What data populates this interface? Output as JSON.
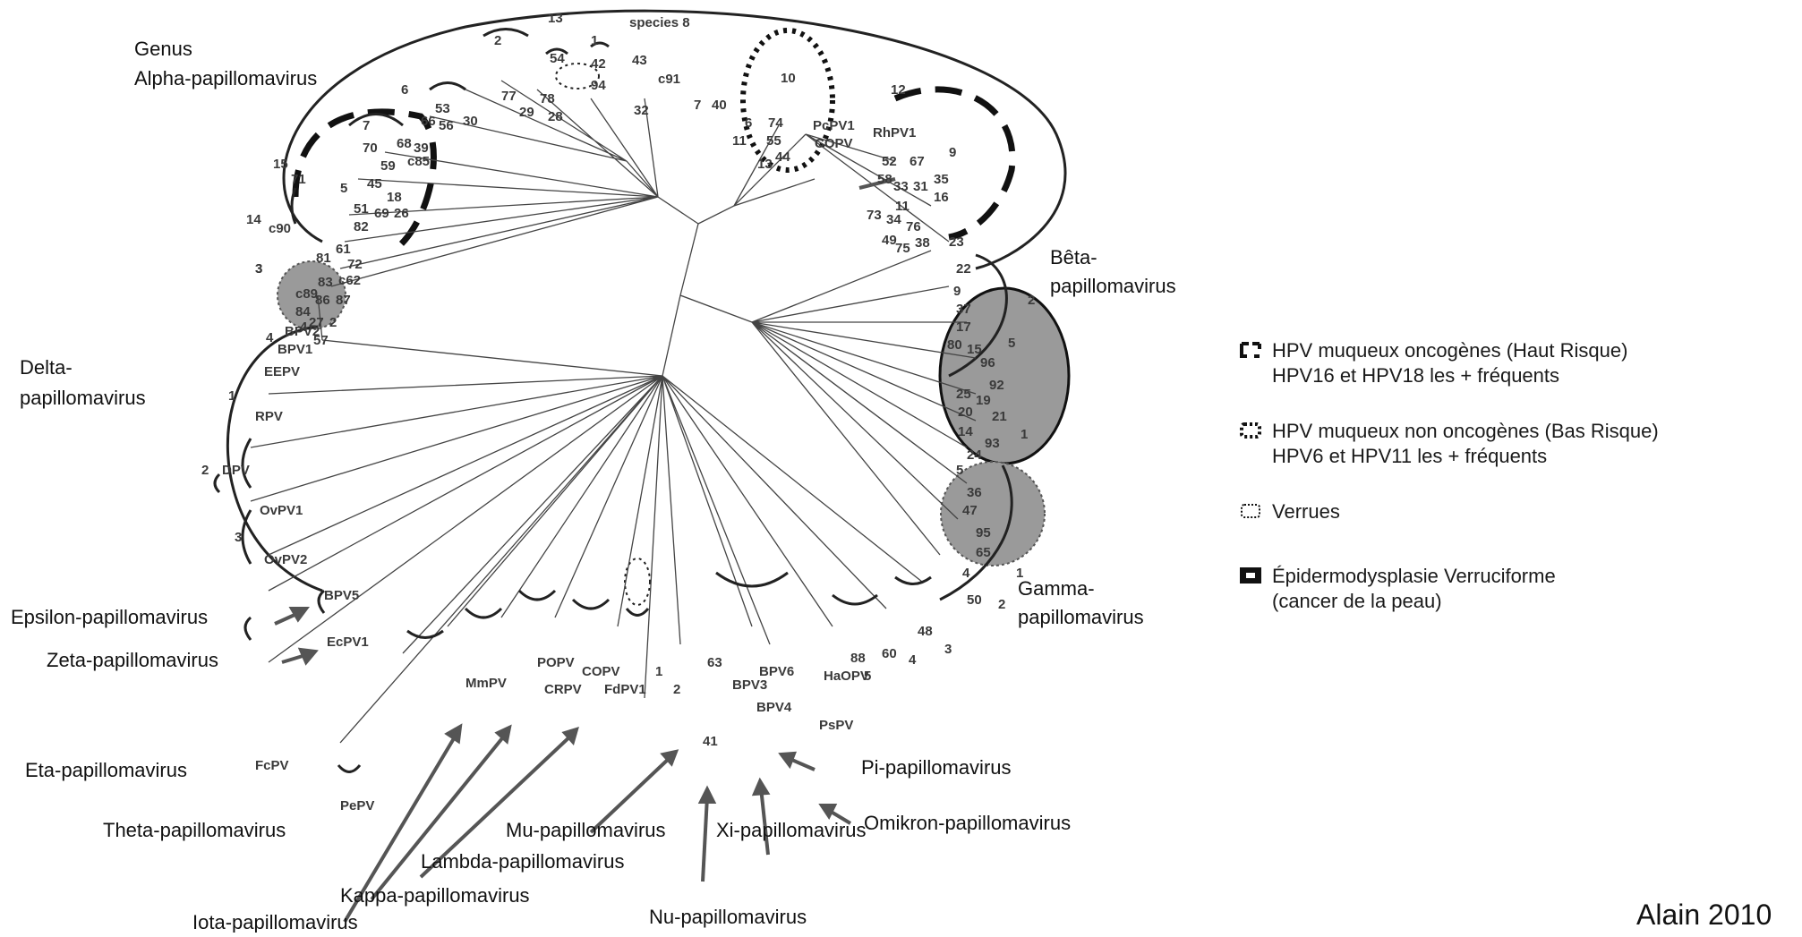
{
  "genera": {
    "alpha_line1": "Genus",
    "alpha_line2": "Alpha-papillomavirus",
    "beta_line1": "Bêta-",
    "beta_line2": "papillomavirus",
    "gamma_line1": "Gamma-",
    "gamma_line2": "papillomavirus",
    "delta_line1": "Delta-",
    "delta_line2": "papillomavirus",
    "epsilon": "Epsilon-papillomavirus",
    "zeta": "Zeta-papillomavirus",
    "eta": "Eta-papillomavirus",
    "theta": "Theta-papillomavirus",
    "iota": "Iota-papillomavirus",
    "kappa": "Kappa-papillomavirus",
    "lambda": "Lambda-papillomavirus",
    "mu": "Mu-papillomavirus",
    "nu": "Nu-papillomavirus",
    "xi": "Xi-papillomavirus",
    "omikron": "Omikron-papillomavirus",
    "pi": "Pi-papillomavirus"
  },
  "tags": {
    "species8": "species 8",
    "s13": "13",
    "s54": "54",
    "s1a": "1",
    "s42": "42",
    "s43": "43",
    "s2a": "2",
    "s6a": "6",
    "s10a": "10",
    "s12": "12",
    "c91": "c91",
    "s7b": "7",
    "s40": "40",
    "s77": "77",
    "s94": "94",
    "s32": "32",
    "s78": "78",
    "s28": "28",
    "s29": "29",
    "s53": "53",
    "s30": "30",
    "s66": "66",
    "s56": "56",
    "s70": "70",
    "s68": "68",
    "s39": "39",
    "c85": "c85",
    "s59": "59",
    "s45": "45",
    "s18": "18",
    "s51": "51",
    "s69": "69",
    "s26": "26",
    "s82": "82",
    "s7a": "7",
    "s5a": "5",
    "s15": "15",
    "s71": "71",
    "s14": "14",
    "c90": "c90",
    "s3a": "3",
    "s81": "81",
    "s61": "61",
    "s72": "72",
    "c62": "c62",
    "s83": "83",
    "c89": "c89",
    "s84": "84",
    "s86": "86",
    "s87": "87",
    "s4a": "4",
    "s27": "27",
    "s57": "57",
    "s2b": "2",
    "s6b": "6",
    "s11": "11",
    "s74": "74",
    "s55": "55",
    "s44": "44",
    "s13b": "13",
    "pcpv": "PcPV1",
    "copv_a": "COPV",
    "rhpv": "RhPV1",
    "s52": "52",
    "s67": "67",
    "s9a": "9",
    "s58": "58",
    "s33": "33",
    "s31": "31",
    "s35": "35",
    "s16": "16",
    "s11b": "11",
    "s73": "73",
    "s34": "34",
    "s49": "49",
    "s75": "75",
    "s76": "76",
    "s38": "38",
    "s23": "23",
    "s22": "22",
    "s9b": "9",
    "s37": "37",
    "s17": "17",
    "s80": "80",
    "s15b": "15",
    "s5b": "5",
    "s96": "96",
    "s92": "92",
    "s25": "25",
    "s19": "19",
    "s20": "20",
    "s21": "21",
    "s14b": "14",
    "s93": "93",
    "s24": "24",
    "s5c": "5",
    "s36": "36",
    "s47": "47",
    "s1b": "1",
    "s95": "95",
    "s65": "65",
    "s4b": "4",
    "s1c": "1",
    "s50": "50",
    "s2c": "2",
    "s48": "48",
    "s3b": "3",
    "s60": "60",
    "s4c": "4",
    "s88": "88",
    "s5d": "5",
    "hapv": "HaOPV",
    "bpv6": "BPV6",
    "bpv3": "BPV3",
    "bpv4": "BPV4",
    "pspv": "PsPV",
    "s41": "41",
    "s63": "63",
    "s1d": "1",
    "s2d": "2",
    "fdpv": "FdPV1",
    "copv_b": "COPV",
    "popv": "POPV",
    "crpv": "CRPV",
    "mmpv": "MmPV",
    "pepv": "PePV",
    "fcpv": "FcPV",
    "ecpv": "EcPV1",
    "bpv5": "BPV5",
    "ovpv2": "OvPV2",
    "ovpv1": "OvPV1",
    "s3c": "3",
    "dpv": "DPV",
    "s2e": "2",
    "rpv": "RPV",
    "eepv": "EEPV",
    "s1e": "1",
    "bpv1": "BPV1",
    "bpv2": "BPV2",
    "s4d": "4",
    "s3d": "3",
    "s2f": "2"
  },
  "legend": [
    {
      "icon": "dashed-bracket",
      "line1": "HPV muqueux oncogènes (Haut Risque)",
      "line2": "HPV16 et HPV18 les + fréquents"
    },
    {
      "icon": "dotted-bold-box",
      "line1": "HPV muqueux non oncogènes (Bas Risque)",
      "line2": "HPV6 et HPV11 les + fréquents"
    },
    {
      "icon": "dotted-box",
      "line1": "Verrues",
      "line2": ""
    },
    {
      "icon": "solid-box",
      "line1": "Épidermodysplasie Verruciforme",
      "line2": "(cancer de la peau)"
    }
  ],
  "credit": "Alain 2010",
  "colors": {
    "line": "#333333",
    "shade": "#9a9a9a",
    "arrow": "#555555"
  }
}
